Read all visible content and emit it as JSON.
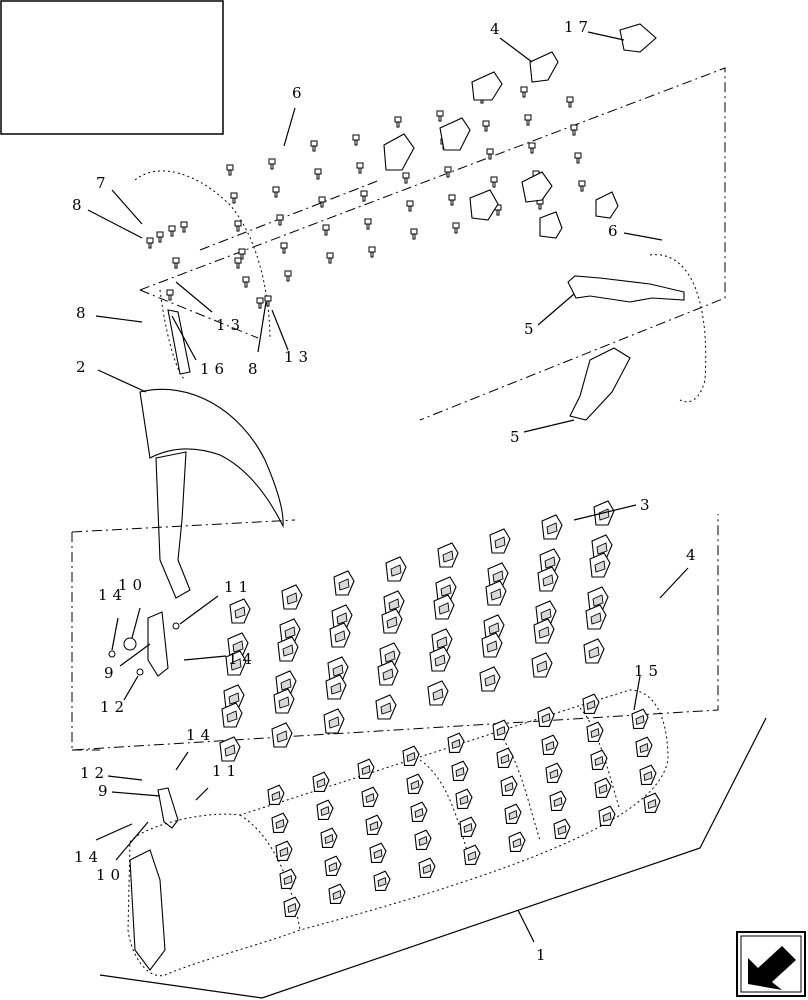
{
  "callouts": [
    {
      "id": "c4-top",
      "text": "4"
    },
    {
      "id": "c17",
      "text": "17"
    },
    {
      "id": "c6-top",
      "text": "6"
    },
    {
      "id": "c7",
      "text": "7"
    },
    {
      "id": "c8-a",
      "text": "8"
    },
    {
      "id": "c8-b",
      "text": "8"
    },
    {
      "id": "c8-c",
      "text": "8"
    },
    {
      "id": "c13-a",
      "text": "13"
    },
    {
      "id": "c13-b",
      "text": "13"
    },
    {
      "id": "c16",
      "text": "16"
    },
    {
      "id": "c6-right",
      "text": "6"
    },
    {
      "id": "c5-a",
      "text": "5"
    },
    {
      "id": "c5-b",
      "text": "5"
    },
    {
      "id": "c2",
      "text": "2"
    },
    {
      "id": "c3",
      "text": "3"
    },
    {
      "id": "c4-right",
      "text": "4"
    },
    {
      "id": "c14-a",
      "text": "14"
    },
    {
      "id": "c10-a",
      "text": "10"
    },
    {
      "id": "c11-a",
      "text": "11"
    },
    {
      "id": "c14-b",
      "text": "14"
    },
    {
      "id": "c9-a",
      "text": "9"
    },
    {
      "id": "c12-a",
      "text": "12"
    },
    {
      "id": "c15",
      "text": "15"
    },
    {
      "id": "c14-c",
      "text": "14"
    },
    {
      "id": "c12-b",
      "text": "12"
    },
    {
      "id": "c11-b",
      "text": "11"
    },
    {
      "id": "c9-b",
      "text": "9"
    },
    {
      "id": "c14-d",
      "text": "14"
    },
    {
      "id": "c10-b",
      "text": "10"
    },
    {
      "id": "c1",
      "text": "1"
    }
  ],
  "nav": {
    "icon": "next-page-arrow-icon"
  }
}
